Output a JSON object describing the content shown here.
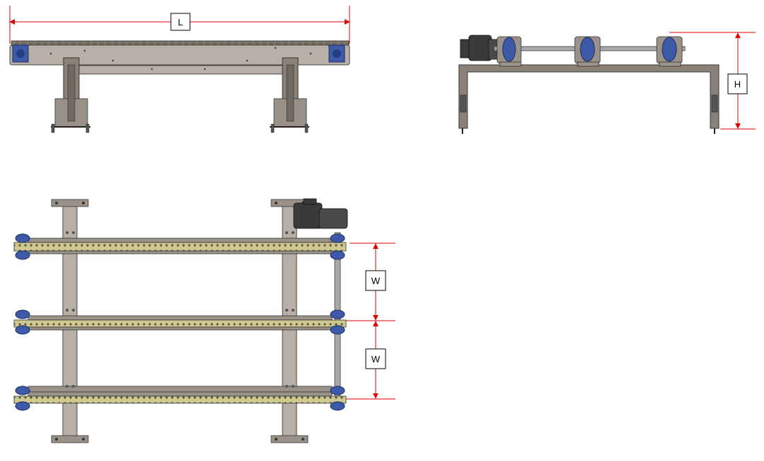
{
  "dimensions": {
    "length_label": "L",
    "height_label": "H",
    "width_label_1": "W",
    "width_label_2": "W"
  },
  "colors": {
    "dimension_line": "#e00000",
    "frame": "#8a8279",
    "sprocket": "#3c5aa8",
    "chain": "#c8c38a"
  },
  "icons": [
    "gear-motor-icon",
    "sprocket-icon",
    "chain-icon",
    "frame-leg-icon"
  ]
}
